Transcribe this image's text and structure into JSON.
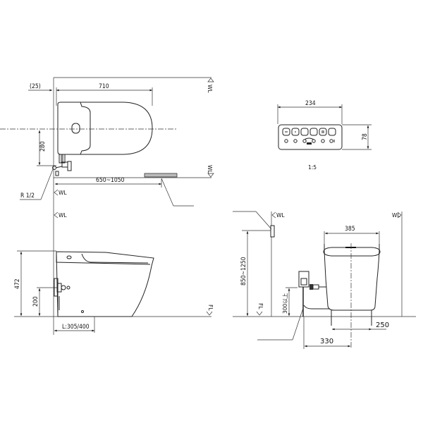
{
  "drawing": {
    "plan_view": {
      "dim_offset": "(25)",
      "dim_length": "710",
      "dim_supply_height": "280",
      "dim_floor_range": "650~1050",
      "pipe_label": "R 1/2",
      "wall_marker_top": "WL",
      "wall_marker_bottom": "WL",
      "wall_marker_left": "WL"
    },
    "remote_view": {
      "dim_width": "234",
      "dim_height": "78",
      "scale": "1:5",
      "buttons": [
        "stop",
        "front",
        "",
        "",
        "pause",
        ""
      ]
    },
    "side_view": {
      "wall_marker": "WL",
      "floor_marker": "FL",
      "dim_height": "472",
      "dim_supply": "200",
      "dim_rough_in": "L:305/400"
    },
    "front_view": {
      "wall_marker_left": "WL",
      "wall_marker_right": "WL",
      "floor_marker": "FL",
      "dim_width": "385",
      "dim_remote_height": "850~1250",
      "dim_outlet_height": "300以上",
      "dim_center": "330",
      "dim_foot": "250"
    }
  }
}
